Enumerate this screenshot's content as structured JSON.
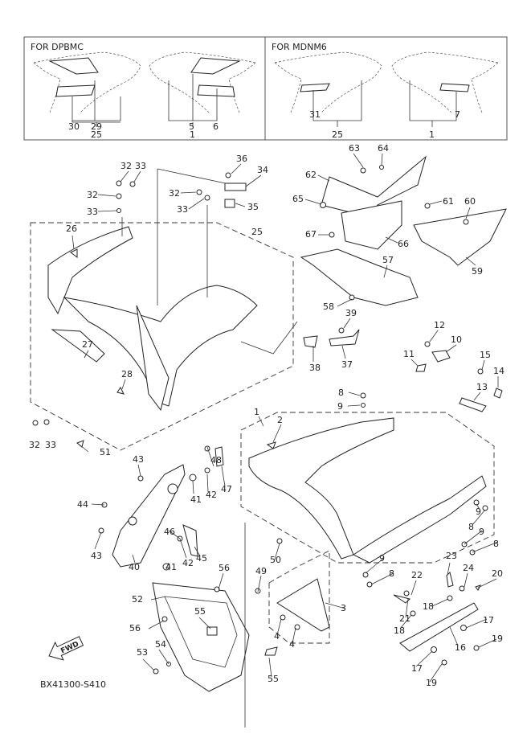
{
  "variants": [
    {
      "header": "FOR  DPBMC",
      "callouts": [
        "30",
        "29",
        "25",
        "5",
        "6",
        "1"
      ]
    },
    {
      "header": "FOR  MDNM6",
      "callouts": [
        "31",
        "25",
        "7",
        "1"
      ]
    }
  ],
  "labels": {
    "p1": "1",
    "p2": "2",
    "p3": "3",
    "p4a": "4",
    "p4b": "4",
    "p8a": "8",
    "p8b": "8",
    "p8c": "8",
    "p8d": "8",
    "p9a": "9",
    "p9b": "9",
    "p9c": "9",
    "p9d": "9",
    "p10": "10",
    "p11": "11",
    "p12": "12",
    "p13": "13",
    "p14": "14",
    "p15": "15",
    "p16": "16",
    "p17a": "17",
    "p17b": "17",
    "p18a": "18",
    "p18b": "18",
    "p19a": "19",
    "p19b": "19",
    "p20": "20",
    "p21": "21",
    "p22": "22",
    "p23": "23",
    "p24": "24",
    "p25": "25",
    "p26": "26",
    "p27": "27",
    "p28": "28",
    "p32a": "32",
    "p32b": "32",
    "p32c": "32",
    "p32d": "32",
    "p33a": "33",
    "p33b": "33",
    "p33c": "33",
    "p33d": "33",
    "p34": "34",
    "p35": "35",
    "p36": "36",
    "p37": "37",
    "p38": "38",
    "p39": "39",
    "p40": "40",
    "p41a": "41",
    "p41b": "41",
    "p42a": "42",
    "p42b": "42",
    "p43a": "43",
    "p43b": "43",
    "p44": "44",
    "p45": "45",
    "p46": "46",
    "p47": "47",
    "p48": "48",
    "p49": "49",
    "p50": "50",
    "p51": "51",
    "p52": "52",
    "p53": "53",
    "p54": "54",
    "p55a": "55",
    "p55b": "55",
    "p56a": "56",
    "p56b": "56",
    "p57": "57",
    "p58": "58",
    "p59": "59",
    "p60": "60",
    "p61": "61",
    "p62": "62",
    "p63": "63",
    "p64": "64",
    "p65": "65",
    "p66": "66",
    "p67": "67"
  },
  "fwd_label": "FWD",
  "diagram_code": "BX41300-S410"
}
